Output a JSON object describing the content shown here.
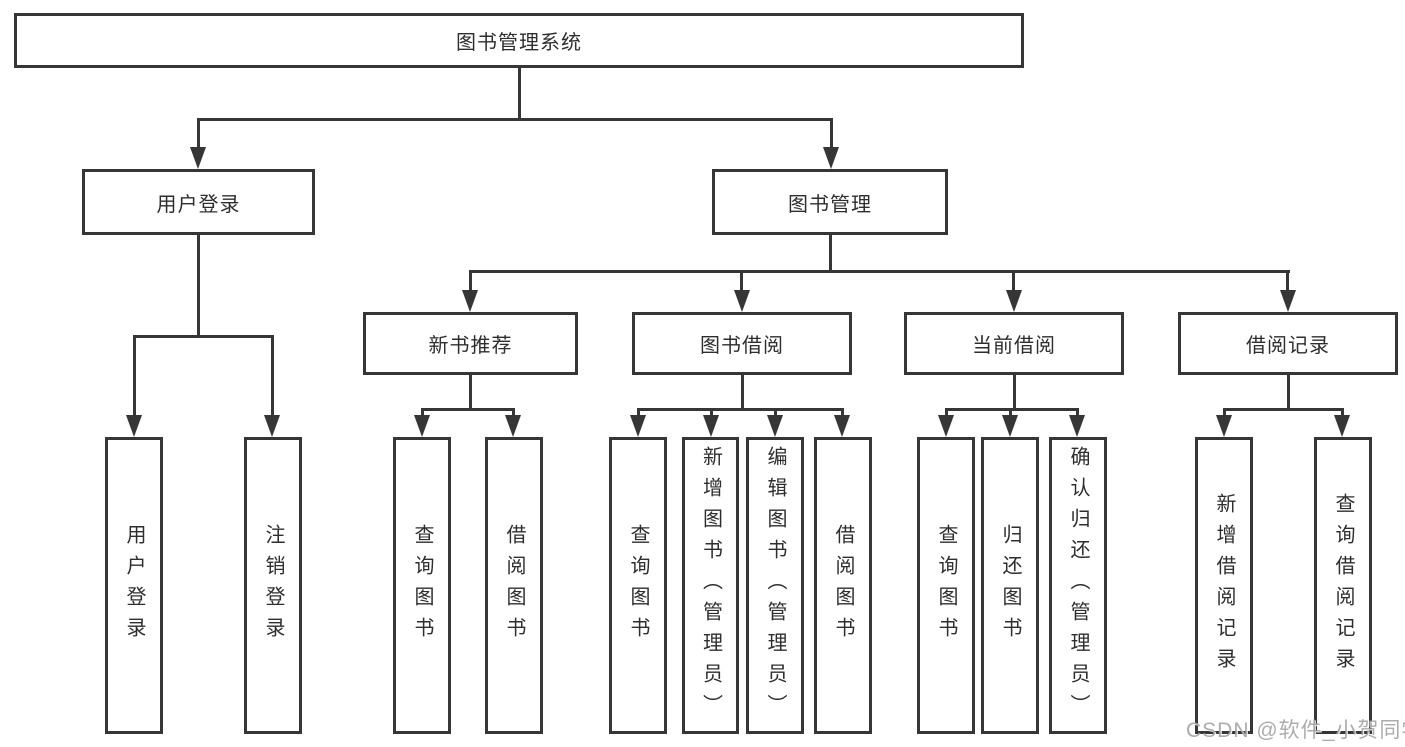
{
  "colors": {
    "line": "#363636",
    "border": "#363636",
    "text": "#2e2e2e",
    "background": "#ffffff",
    "watermark": "#9e9e9e"
  },
  "tree": {
    "root": {
      "label": "图书管理系统"
    },
    "level2": [
      {
        "id": "user-login",
        "label": "用户登录"
      },
      {
        "id": "book-management",
        "label": "图书管理"
      }
    ],
    "level3": [
      {
        "id": "new-book-recommend",
        "parent": "图书管理",
        "label": "新书推荐"
      },
      {
        "id": "book-borrowing",
        "parent": "图书管理",
        "label": "图书借阅"
      },
      {
        "id": "current-borrowing",
        "parent": "图书管理",
        "label": "当前借阅"
      },
      {
        "id": "borrowing-records",
        "parent": "图书管理",
        "label": "借阅记录"
      }
    ],
    "leaves": [
      {
        "parent": "用户登录",
        "label": "用户登录"
      },
      {
        "parent": "用户登录",
        "label": "注销登录"
      },
      {
        "parent": "新书推荐",
        "label": "查询图书"
      },
      {
        "parent": "新书推荐",
        "label": "借阅图书"
      },
      {
        "parent": "图书借阅",
        "label": "查询图书"
      },
      {
        "parent": "图书借阅",
        "label": "新增图书（管理员）"
      },
      {
        "parent": "图书借阅",
        "label": "编辑图书（管理员）"
      },
      {
        "parent": "图书借阅",
        "label": "借阅图书"
      },
      {
        "parent": "当前借阅",
        "label": "查询图书"
      },
      {
        "parent": "当前借阅",
        "label": "归还图书"
      },
      {
        "parent": "当前借阅",
        "label": "确认归还（管理员）"
      },
      {
        "parent": "借阅记录",
        "label": "新增借阅记录"
      },
      {
        "parent": "借阅记录",
        "label": "查询借阅记录"
      }
    ]
  },
  "watermark": {
    "text": "CSDN @软件_小贺同学"
  }
}
